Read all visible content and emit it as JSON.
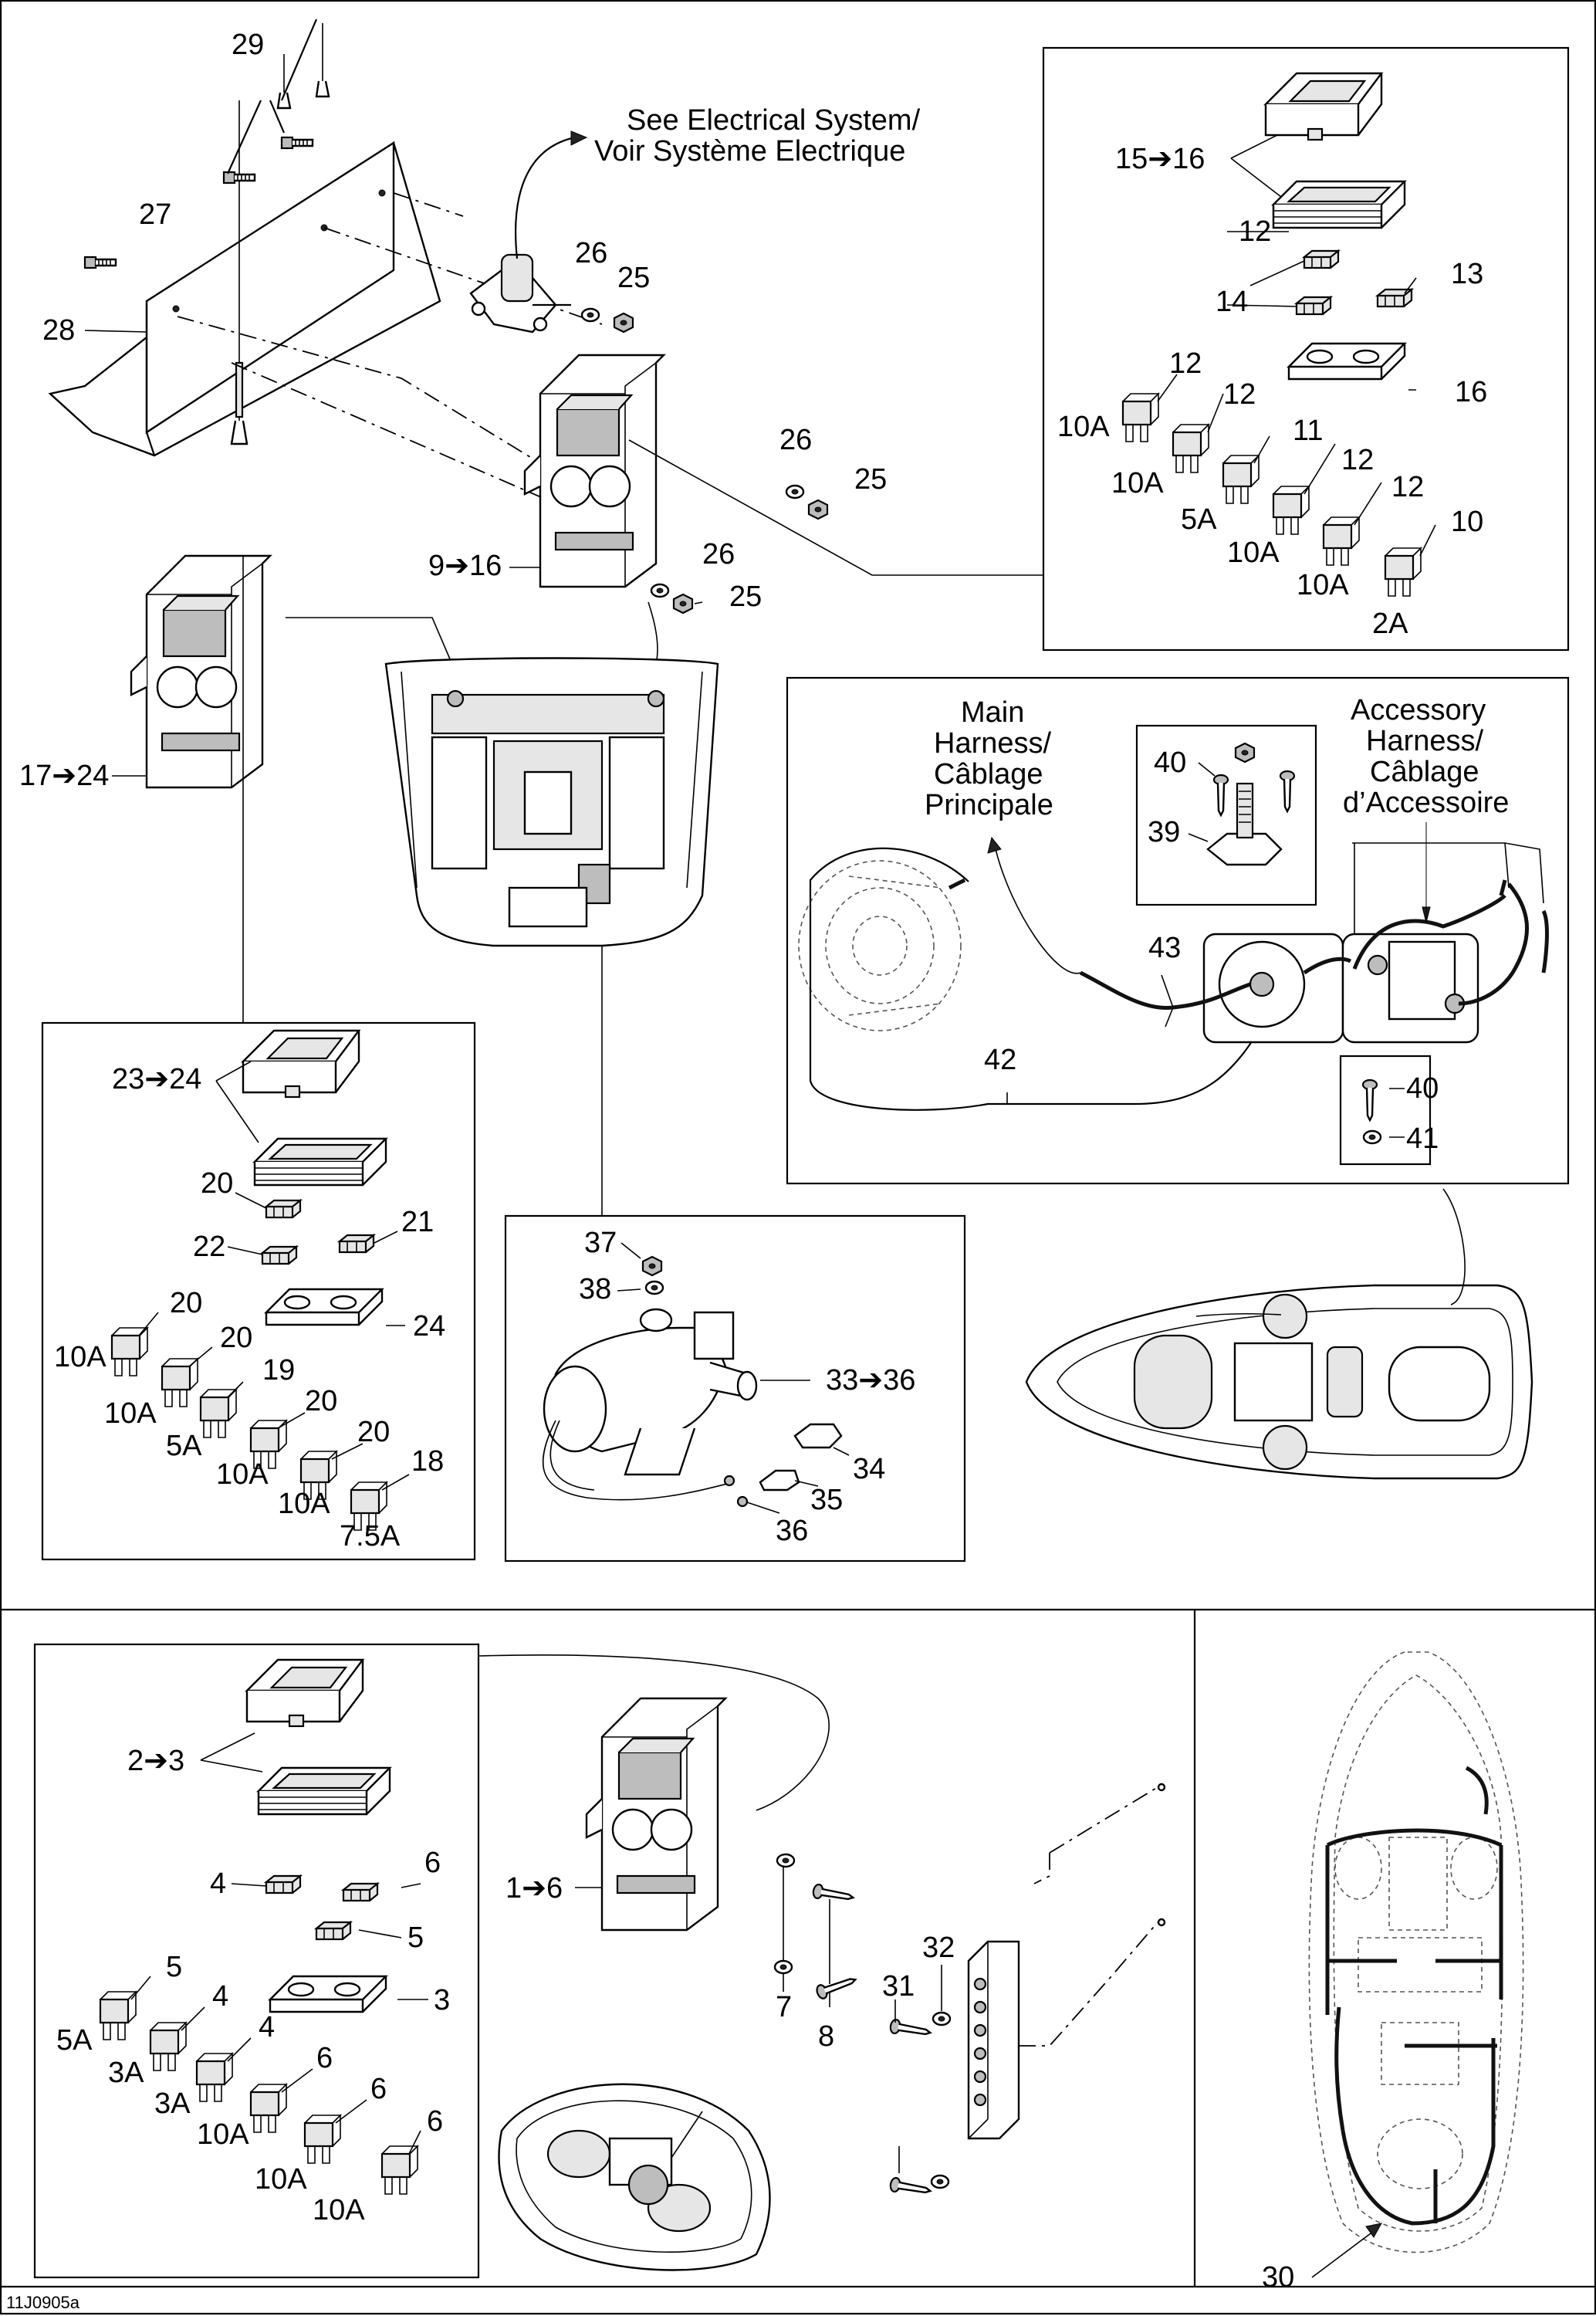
{
  "callouts": {
    "see_electrical_line1": "See Electrical System/",
    "see_electrical_line2": "Voir Système Electrique",
    "main_harness_line1": "Main",
    "main_harness_line2": "Harness/",
    "main_harness_line3": "Câblage",
    "main_harness_line4": "Principale",
    "acc_harness_line1": "Accessory",
    "acc_harness_line2": "Harness/",
    "acc_harness_line3": "Câblage",
    "acc_harness_line4": "d’Accessoire"
  },
  "labels": {
    "p29": "29",
    "p27": "27",
    "p28": "28",
    "p26a": "26",
    "p25a": "25",
    "p26b": "26",
    "p25b": "25",
    "p26c": "26",
    "p25c": "25",
    "p9_16": "9➔16",
    "p17_24": "17➔24",
    "p15_16": "15➔16",
    "p12a": "12",
    "p13": "13",
    "p14": "14",
    "p16": "16",
    "p12b": "12",
    "p12c": "12",
    "p11": "11",
    "p12d": "12",
    "p12e": "12",
    "p10": "10",
    "f10A_a": "10A",
    "f10A_b": "10A",
    "f5A_a": "5A",
    "f10A_c": "10A",
    "f10A_d": "10A",
    "f2A": "2A",
    "p40a": "40",
    "p39": "39",
    "p43": "43",
    "p42": "42",
    "p40b": "40",
    "p41": "41",
    "p23_24": "23➔24",
    "p20a": "20",
    "p22": "22",
    "p21": "21",
    "p24": "24",
    "p20b": "20",
    "p20c": "20",
    "p19": "19",
    "p20d": "20",
    "p20e": "20",
    "p18": "18",
    "f10A_e": "10A",
    "f10A_f": "10A",
    "f5A_b": "5A",
    "f10A_g": "10A",
    "f10A_h": "10A",
    "f7_5A": "7.5A",
    "p37": "37",
    "p38": "38",
    "p33_36": "33➔36",
    "p34": "34",
    "p35": "35",
    "p36": "36",
    "p2_3": "2➔3",
    "p1_6": "1➔6",
    "p4a": "4",
    "p6a": "6",
    "p5a": "5",
    "p3": "3",
    "p5b": "5",
    "p4b": "4",
    "p4c": "4",
    "p6b": "6",
    "p6c": "6",
    "p6d": "6",
    "f5A_c": "5A",
    "f3A_a": "3A",
    "f3A_b": "3A",
    "f10A_i": "10A",
    "f10A_j": "10A",
    "f10A_k": "10A",
    "p7": "7",
    "p8": "8",
    "p31": "31",
    "p32": "32",
    "p30": "30"
  },
  "footer": {
    "drawing_id": "11J0905a"
  }
}
